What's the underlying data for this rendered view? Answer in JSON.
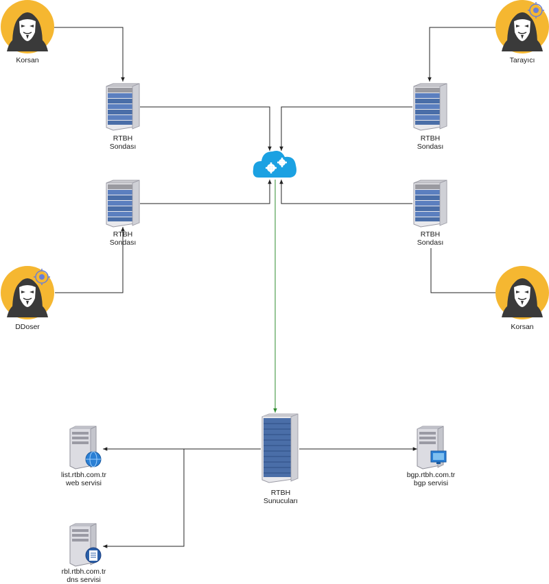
{
  "actors": {
    "korsan_top_left": "Korsan",
    "tarayici_top_right": "Tarayıcı",
    "ddoser_left": "DDoser",
    "korsan_bottom_right": "Korsan"
  },
  "probes": {
    "probe_top_left": [
      "RTBH",
      "Sondası"
    ],
    "probe_top_right": [
      "RTBH",
      "Sondası"
    ],
    "probe_mid_left": [
      "RTBH",
      "Sondası"
    ],
    "probe_mid_right": [
      "RTBH",
      "Sondası"
    ]
  },
  "server": [
    "RTBH",
    "Sunucuları"
  ],
  "services": {
    "web": [
      "list.rtbh.com.tr",
      "web servisi"
    ],
    "bgp": [
      "bgp.rtbh.com.tr",
      "bgp servisi"
    ],
    "dns": [
      "rbl.rtbh.com.tr",
      "dns servisi"
    ]
  },
  "colors": {
    "actor_bg": "#f5b731",
    "connector": "#222222",
    "server_link": "#2e8b2e",
    "cloud": "#1ba1e2",
    "rack_blue": "#4a6ea8"
  },
  "icons": {
    "actor": "hacker-mask-icon",
    "probe": "server-rack-icon",
    "cloud": "cloud-gears-icon",
    "web": "server-globe-icon",
    "bgp": "server-monitor-icon",
    "dns": "server-document-icon"
  }
}
